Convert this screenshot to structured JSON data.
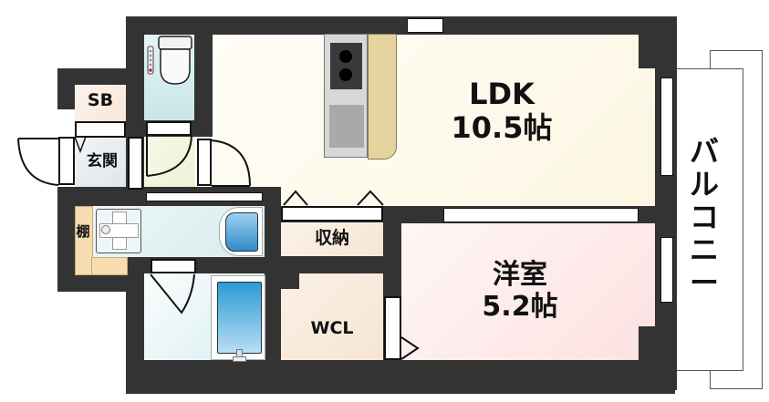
{
  "floorplan": {
    "rooms": {
      "ldk": {
        "name": "LDK",
        "area": "10.5帖",
        "color": "#fdf9ea"
      },
      "western": {
        "name": "洋室",
        "area": "5.2帖",
        "color": "#fde6e6"
      },
      "balcony": {
        "name": "バルコニー"
      },
      "storage": {
        "name": "収納",
        "color": "#f9ece0"
      },
      "wcl": {
        "name": "WCL",
        "color": "#f9ece0"
      },
      "sb": {
        "name": "SB",
        "color": "#fbece2"
      },
      "entrance": {
        "name": "玄関",
        "color": "#e6ecef"
      },
      "shelf": {
        "name": "棚",
        "color": "#f6dcae"
      },
      "toilet": {
        "color": "#d3ecee"
      },
      "hall": {
        "color": "#f2f5df"
      },
      "washroom": {
        "color": "#dbeff0"
      },
      "bathroom": {
        "color": "#e4f3f4"
      }
    },
    "icons": [
      "toilet-icon",
      "stove-icon",
      "sink-icon",
      "washbasin-icon",
      "bathtub-icon",
      "washing-machine-pan-icon"
    ],
    "colors": {
      "wall": "#333333",
      "accent_blue": "#3a9bd6",
      "counter": "#e5d4a0"
    }
  }
}
